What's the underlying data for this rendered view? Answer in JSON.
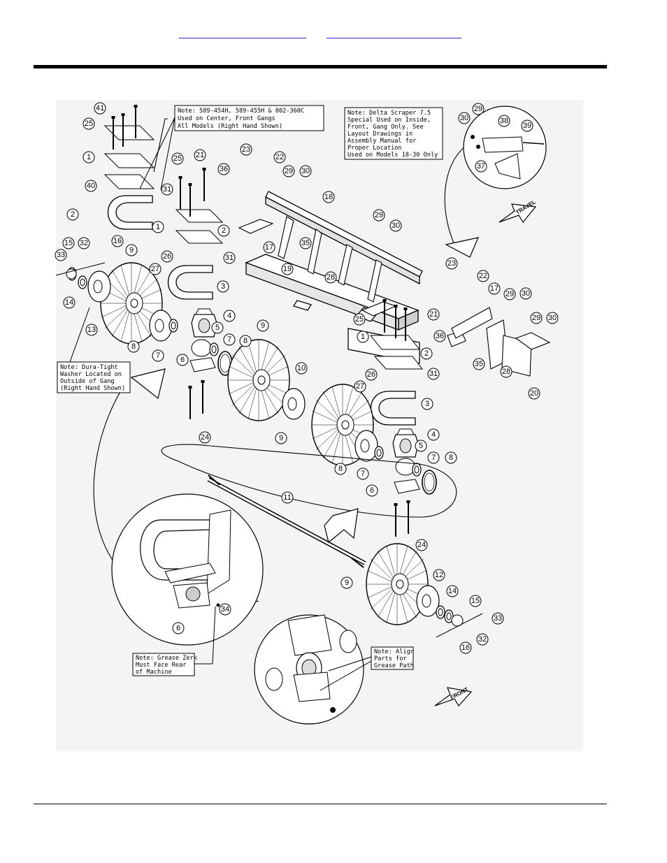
{
  "notes": {
    "center_front_gangs": [
      "Note: 589-454H, 589-455H & 802-360C",
      "Used on Center, Front Gangs",
      "All Models (Right Hand Shown)"
    ],
    "delta_scraper": [
      "Note: Delta Scraper 7.5",
      "Special Used on Inside,",
      "Front, Gang Only. See",
      "Layout Drawings in",
      "Assembly Manual for",
      "Proper Location",
      "Used on Models 18-30 Only"
    ],
    "dura_tight": [
      "Note: Dura-Tight",
      "Washer Located on",
      "Outside of Gang",
      "(Right Hand Shown)"
    ],
    "grease_zerk": [
      "Note: Grease Zerk",
      "Must Face Rear",
      "of Machine"
    ],
    "align_parts": [
      "Note: Align",
      "Parts for",
      "Grease Path"
    ]
  },
  "arrows": {
    "travel": "TRAVEL",
    "front": "FRONT"
  },
  "callouts": {
    "c41": "41",
    "c25a": "25",
    "c1a": "1",
    "c40": "40",
    "c2a": "2",
    "c31a": "31",
    "c25b": "25",
    "c21a": "21",
    "c1b": "1",
    "c2b": "2",
    "c23a": "23",
    "c22a": "22",
    "c36a": "36",
    "c29a": "29",
    "c30a": "30",
    "c18": "18",
    "c17a": "17",
    "c35a": "35",
    "c29b": "29",
    "c30b": "30",
    "c19": "19",
    "c28a": "28",
    "c33a": "33",
    "c15a": "15",
    "c32a": "32",
    "c16a": "16",
    "c9a": "9",
    "c26a": "26",
    "c31b": "31",
    "c27a": "27",
    "c3a": "3",
    "c14a": "14",
    "c13": "13",
    "c8a": "8",
    "c7a": "7",
    "c4a": "4",
    "c5a": "5",
    "c9b": "9",
    "c7b": "7",
    "c8b": "8",
    "c6a": "6",
    "c24a": "24",
    "c10": "10",
    "c25c": "25",
    "c1c": "1",
    "c21b": "21",
    "c23b": "23",
    "c22b": "22",
    "c17b": "17",
    "c29c": "29",
    "c30c": "30",
    "c36b": "36",
    "c29d": "29",
    "c30d": "30",
    "c35b": "35",
    "c28b": "28",
    "c20": "20",
    "c2c": "2",
    "c31c": "31",
    "c26b": "26",
    "c27b": "27",
    "c3b": "3",
    "c9c": "9",
    "c8c": "8",
    "c4b": "4",
    "c5b": "5",
    "c7c": "7",
    "c8d": "8",
    "c6b": "6",
    "c11": "11",
    "c24b": "24",
    "c9d": "9",
    "c12": "12",
    "c14b": "14",
    "c15b": "15",
    "c33b": "33",
    "c32b": "32",
    "c16b": "16",
    "c6c": "6",
    "c34": "34",
    "c30e": "30",
    "c29e": "29",
    "c38": "38",
    "c39": "39",
    "c37": "37"
  }
}
